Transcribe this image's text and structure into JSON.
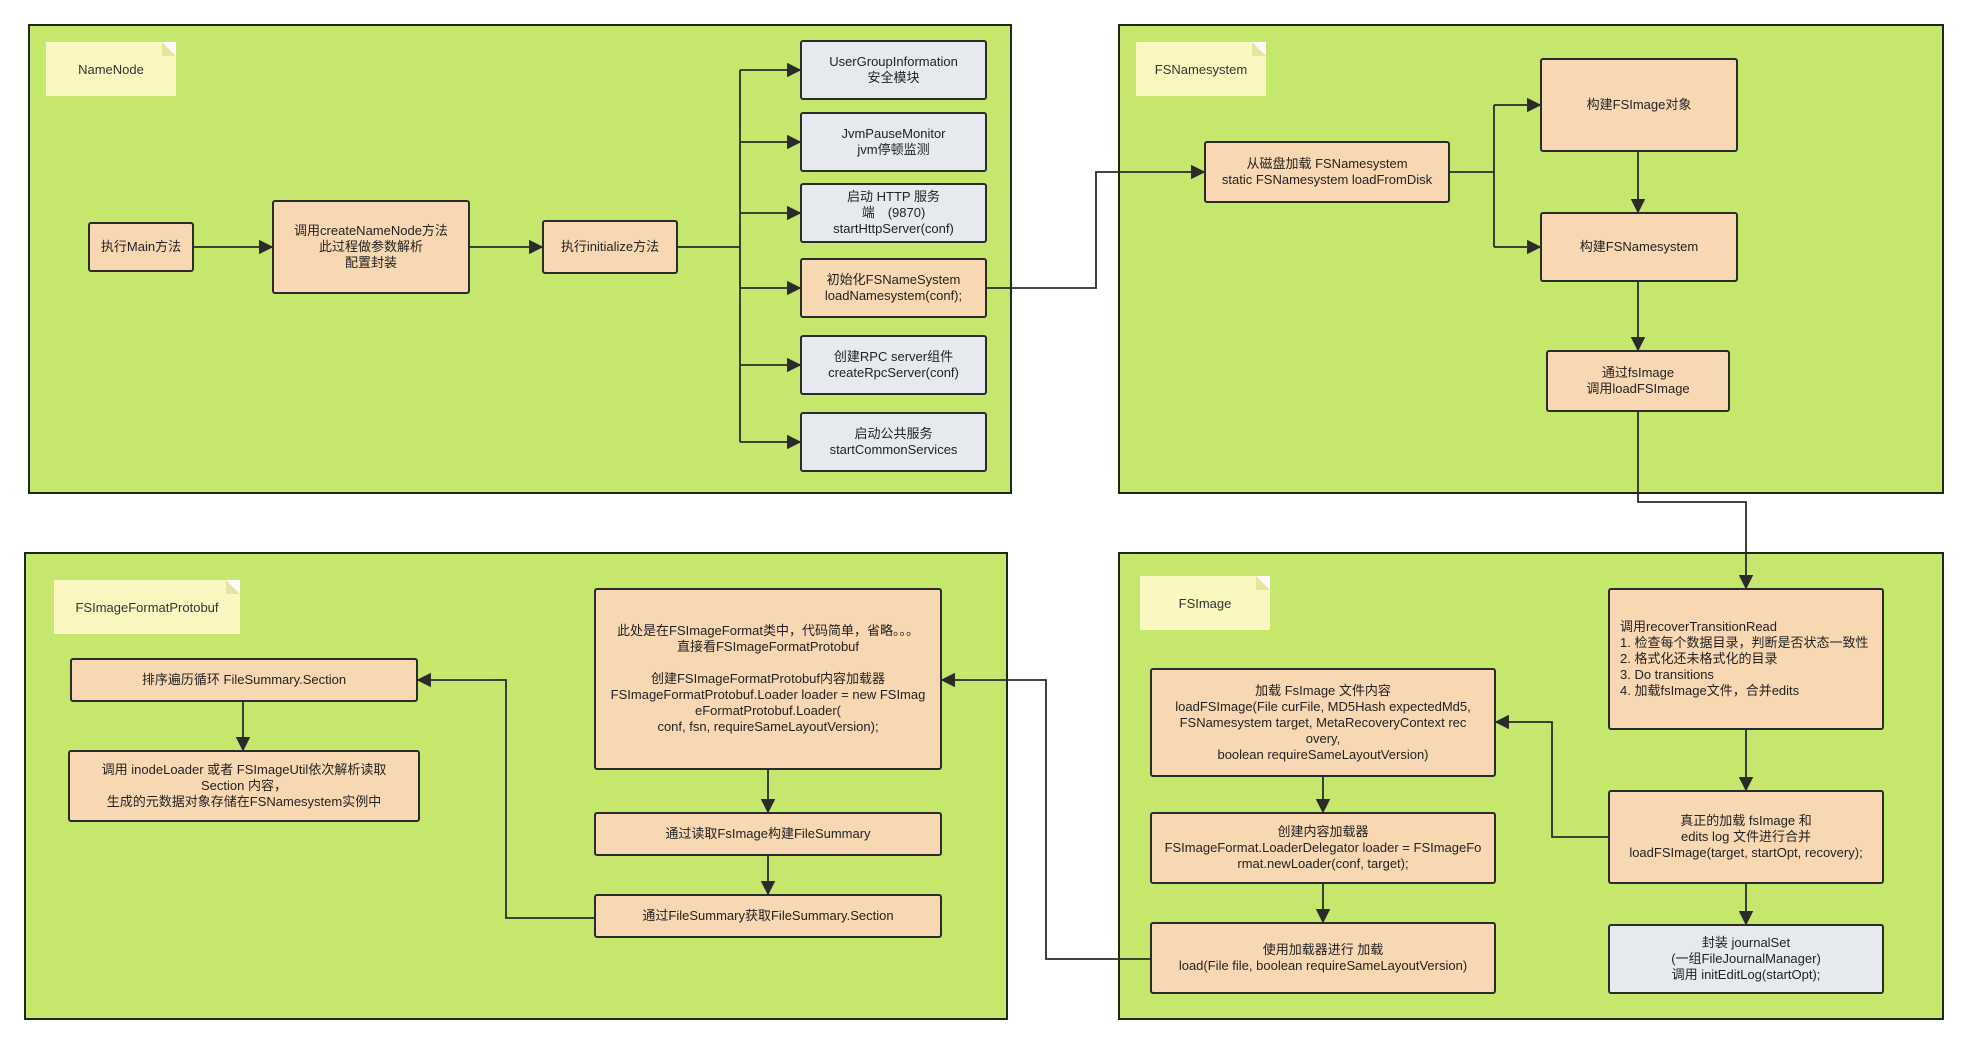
{
  "panels": {
    "namenode": {
      "title": "NameNode"
    },
    "fsnamesystem": {
      "title": "FSNamesystem"
    },
    "fsimageformatprotobuf": {
      "title": "FSImageFormatProtobuf"
    },
    "fsimage": {
      "title": "FSImage"
    }
  },
  "nodes": {
    "main": "执行Main方法",
    "createNameNode": "调用createNameNode方法\n此过程做参数解析\n配置封装",
    "initialize": "执行initialize方法",
    "ugi": "UserGroupInformation\n安全模块",
    "jvm": "JvmPauseMonitor\njvm停顿监测",
    "http": "启动 HTTP 服务\n端　(9870)\nstartHttpServer(conf)",
    "initFS": "初始化FSNameSystem\nloadNamesystem(conf);",
    "rpc": "创建RPC server组件\ncreateRpcServer(conf)",
    "common": "启动公共服务\nstartCommonServices",
    "loadFromDisk": "从磁盘加载 FSNamesystem\nstatic FSNamesystem loadFromDisk",
    "buildFSImage": "构建FSImage对象",
    "buildFSNamesystem": "构建FSNamesystem",
    "loadFSImageCall": "通过fsImage\n调用loadFSImage",
    "recover": "调用recoverTransitionRead\n1. 检查每个数据目录，判断是否状态一致性\n2. 格式化还未格式化的目录\n3. Do transitions\n4. 加载fsImage文件，合并edits",
    "realLoad": "真正的加载 fsImage 和\nedits log 文件进行合并\nloadFSImage(target, startOpt, recovery);",
    "journal": "封装 journalSet\n(一组FileJournalManager)\n调用 initEditLog(startOpt);",
    "loadContent": "加载 FsImage 文件内容\nloadFSImage(File curFile, MD5Hash expectedMd5,\nFSNamesystem target, MetaRecoveryContext rec\novery,\nboolean requireSameLayoutVersion)",
    "createLoader": "创建内容加载器\nFSImageFormat.LoaderDelegator loader = FSImageFo\nrmat.newLoader(conf, target);",
    "useLoader": "使用加载器进行 加载\nload(File file, boolean requireSameLayoutVersion)",
    "protobufNote": "此处是在FSImageFormat类中，代码简单，省略。。。\n直接看FSImageFormatProtobuf\n\n创建FSImageFormatProtobuf内容加载器\nFSImageFormatProtobuf.Loader loader = new FSImag\neFormatProtobuf.Loader(\nconf, fsn, requireSameLayoutVersion);",
    "buildSummary": "通过读取FsImage构建FileSummary",
    "getSection": "通过FileSummary获取FileSummary.Section",
    "sortSections": "排序遍历循环 FileSummary.Section",
    "parseSections": "调用 inodeLoader 或者 FSImageUtil依次解析读取\nSection 内容，\n生成的元数据对象存储在FSNamesystem实例中"
  },
  "colors": {
    "panel": "#c5e86c",
    "node_peach": "#f8d7b3",
    "node_grey": "#e6e9ee",
    "note": "#fbf7c0",
    "edge": "#2b2b2b"
  }
}
